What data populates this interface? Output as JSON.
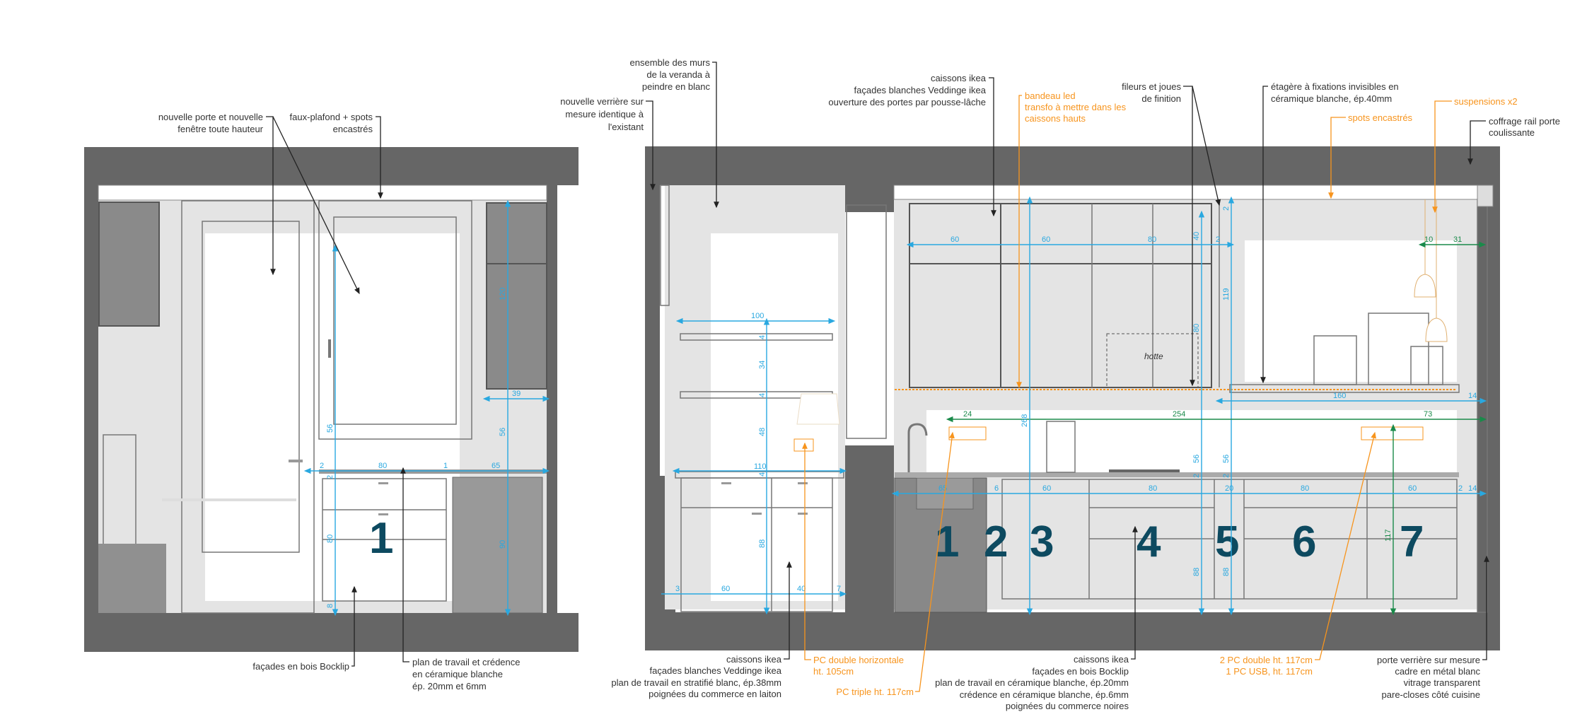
{
  "annotations": {
    "left_door_window": [
      "nouvelle porte et nouvelle",
      "fenêtre toute hauteur"
    ],
    "left_ceiling": [
      "faux-plafond + spots",
      "encastrés"
    ],
    "veranda_walls": [
      "ensemble des murs",
      "de la veranda à",
      "peindre en blanc"
    ],
    "verriere": [
      "nouvelle verrière sur",
      "mesure identique à",
      "l'existant"
    ],
    "upper_cabinets": [
      "caissons ikea",
      "façades blanches Veddinge ikea",
      "ouverture des portes par pousse-lâche"
    ],
    "led_strip": [
      "bandeau led",
      "transfo à mettre dans les",
      "caissons hauts"
    ],
    "fillers": [
      "fileurs et joues",
      "de finition"
    ],
    "shelf": [
      "étagère à fixations invisibles en",
      "céramique blanche, ép.40mm"
    ],
    "spots": [
      "spots encastrés"
    ],
    "pendants": [
      "suspensions x2"
    ],
    "rail_box": [
      "coffrage rail porte",
      "coulissante"
    ],
    "left_fronts": [
      "façades en bois Bocklip"
    ],
    "left_worktop": [
      "plan de travail et crédence",
      "en céramique blanche",
      "ép. 20mm et 6mm"
    ],
    "middle_cabinets": [
      "caissons ikea",
      "façades blanches Veddinge ikea",
      "plan de travail en stratifié blanc, ép.38mm",
      "poignées du commerce en laiton"
    ],
    "socket_horizontal": [
      "PC double horizontale",
      "ht. 105cm"
    ],
    "socket_triple": [
      "PC triple ht. 117cm"
    ],
    "right_cabinets": [
      "caissons ikea",
      "façades en bois Bocklip",
      "plan de travail en céramique blanche, ép.20mm",
      "crédence en céramique blanche, ép.6mm",
      "poignées du commerce noires"
    ],
    "sockets_right": [
      "2 PC double ht. 117cm",
      "1 PC USB, ht. 117cm"
    ],
    "glass_door": [
      "porte verrière sur mesure",
      "cadre en métal blanc",
      "vitrage transparent",
      "pare-closes côté cuisine"
    ]
  },
  "labels": {
    "hood": "hotte"
  },
  "cabinet_numbers": {
    "left": [
      "1"
    ],
    "right": [
      "1",
      "2",
      "3",
      "4",
      "5",
      "6",
      "7"
    ]
  },
  "dimensions": {
    "left": [
      "56",
      "80",
      "8",
      "2",
      "80",
      "2",
      "1",
      "65",
      "39",
      "120",
      "56",
      "90"
    ],
    "middle": [
      "100",
      "4",
      "34",
      "4",
      "48",
      "110",
      "4",
      "88",
      "3",
      "60",
      "40",
      "7"
    ],
    "right_upper": [
      "60",
      "60",
      "80",
      "2",
      "40",
      "80",
      "119",
      "2",
      "10",
      "31"
    ],
    "right_mid": [
      "160",
      "14",
      "24",
      "254",
      "73",
      "268",
      "56",
      "56",
      "2",
      "2",
      "88",
      "88",
      "117"
    ],
    "right_base": [
      "65",
      "6",
      "60",
      "80",
      "20",
      "80",
      "60",
      "2",
      "14"
    ]
  },
  "colors": {
    "wall": "#666666",
    "dimension": "#29a8e0",
    "dimension_green": "#1a8a4a",
    "electrical": "#f7941d",
    "cabinet_number": "#0d4a60"
  }
}
